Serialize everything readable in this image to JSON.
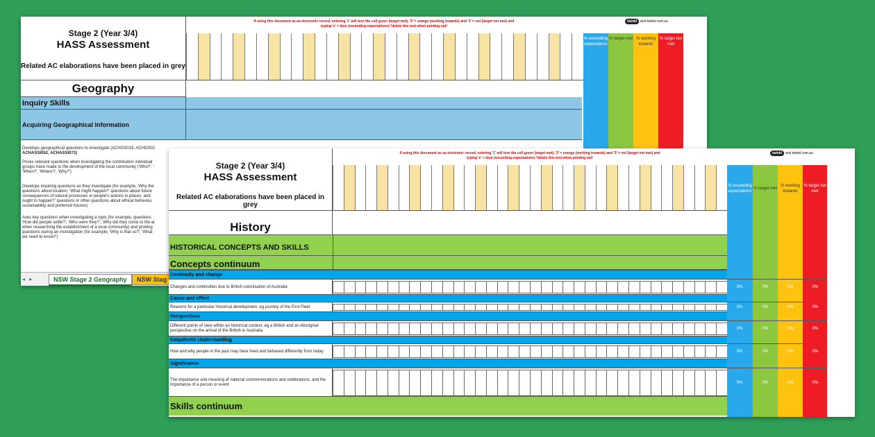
{
  "geo": {
    "title1": "Stage 2 (Year 3/4)",
    "title2": "HASS Assessment",
    "title3": "Related AC elaborations have been placed in grey",
    "note_line1": "If using this document as an electronic record, entering '1' will turn the cell green (target met), '2' = orange (working towards) and '3' = red (target not met) and",
    "note_line2": "typing 'e' = blue (exceeding expectations) *delete this text when printing out!",
    "logo": "twinkl",
    "logo_tag": "visit twinkl.com.au",
    "pct_labels": [
      "% exceeding expectations",
      "% target met",
      "% working towards",
      "% target not met"
    ],
    "subject": "Geography",
    "inquiry": "Inquiry Skills",
    "acquiring": "Acquiring Geographical Information",
    "rows": [
      "Develops geographical questions to investigate (ACHGS019, ACHGS02",
      "ACHASSI052, ACHASSI073)",
      "Poses relevant questions when investigating the contribution individual",
      "groups have made to the development of the local community ('Who?', '",
      "'When?', 'Where?', 'Why?')",
      "Develops inquiring questions as they investigate (for example, 'Why the",
      "questions about location; 'What might happen?' questions about future",
      "consequences of natural processes or people's actions in places; and",
      "ought to happen?' questions or other questions about ethical behaviou",
      "sustainability and preferred futures)",
      "Asks key questions when investigating a topic (for example, questions",
      "'How did people settle?', 'Who were they?', 'Why did they come to the ar",
      "when researching the establishment of a local community) and probing",
      "questions during an investigation (for example, 'Why is that so?', 'What",
      "we need to know?')"
    ],
    "tabs": [
      "NSW Stage 2 Geography",
      "NSW Stag"
    ]
  },
  "hist": {
    "title1": "Stage 2 (Year 3/4)",
    "title2": "HASS Assessment",
    "title3": "Related AC elaborations have been placed in grey",
    "note_line1": "If using this document as an electronic record, entering '1' will turn the cell green (target met), '2' = orange (working towards) and '3' = red (target not met) and",
    "note_line2": "typing 'e' = blue (exceeding expectations) *delete this text when printing out!",
    "logo": "twinkl",
    "logo_tag": "visit twinkl.com.au",
    "pct_labels": [
      "% exceeding expectations",
      "% target met",
      "% working towards",
      "% target not met"
    ],
    "subject": "History",
    "concepts": "HISTORICAL CONCEPTS AND SKILLS",
    "continuum": "Concepts continuum",
    "skills": "Skills continuum",
    "pct_value": "0%",
    "groups": [
      {
        "heading": "Continuity and change",
        "desc": "Changes and continuities due to British colonisation of Australia"
      },
      {
        "heading": "Cause and effect",
        "desc": "Reasons for a particular historical development, eg journey of the First Fleet"
      },
      {
        "heading": "Perspectives",
        "desc": "Different points of view within an historical context, eg a British and an Aboriginal perspective on the arrival of the British in Australia"
      },
      {
        "heading": "Empathetic Understanding",
        "desc": "How and why people in the past may have lived and behaved differently from today"
      },
      {
        "heading": "Significance",
        "desc": "The importance and meaning of national commemorations and celebrations, and the importance of a person or event"
      }
    ]
  },
  "colors": {
    "blue": "#29a8ec",
    "green": "#8dc63f",
    "yellow": "#ffc20e",
    "red": "#ee1c25",
    "sky": "#8ec6e6",
    "tan": "#f7e3a3",
    "cyan": "#00a6e8",
    "lime": "#92d050"
  }
}
